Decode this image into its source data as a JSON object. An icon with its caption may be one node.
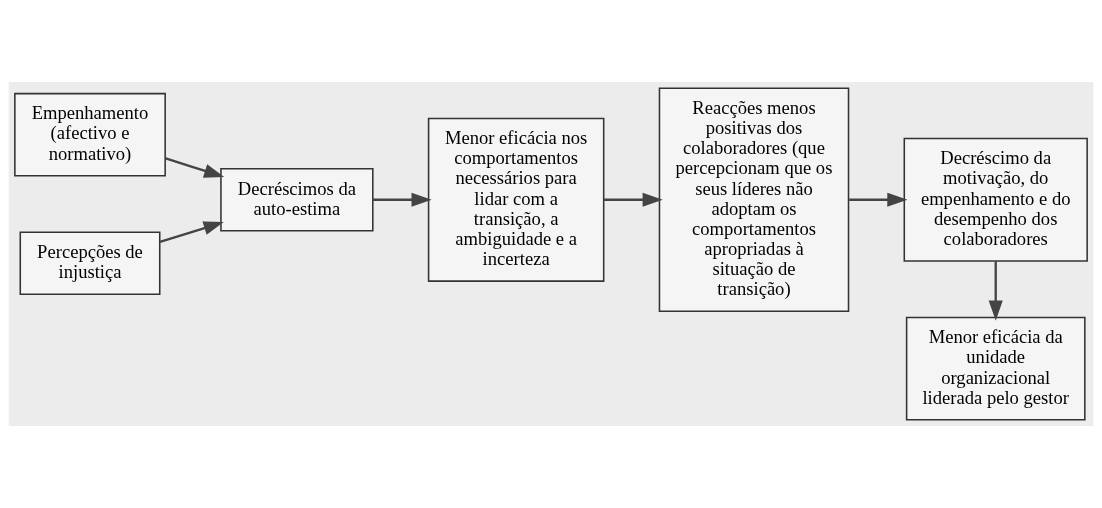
{
  "diagram": {
    "nodes": [
      {
        "text": [
          "Empenhamento (afectivo e normativo)"
        ]
      },
      {
        "text": [
          "Percepções de injustiça"
        ]
      },
      {
        "text": [
          "Decréscimos da auto-estima"
        ]
      },
      {
        "text": [
          "Menor eficácia nos comportamentos necessários para lidar com a transição, a ambiguidade e a incerteza"
        ]
      },
      {
        "text": [
          "Reacções menos positivas dos colaboradores (que percepcionam que os seus líderes não adoptam os comportamentos apropriadas à situação de transição)"
        ]
      },
      {
        "text": [
          "Decréscimo da motivação, do empenhamento e do desempenho dos colaboradores"
        ]
      },
      {
        "text": [
          "Menor eficácia da unidade organizacional liderada pelo gestor"
        ]
      }
    ],
    "edges": [
      {
        "from": 1,
        "to": 2,
        "arrow": "to"
      },
      {
        "from": 0,
        "to": 2,
        "arrow": "to"
      },
      {
        "from": 2,
        "to": 3,
        "arrow": "to"
      },
      {
        "from": 3,
        "to": 4,
        "arrow": "to"
      },
      {
        "from": 4,
        "to": 5,
        "arrow": "to"
      },
      {
        "from": 5,
        "to": 6,
        "arrow": "to"
      }
    ]
  }
}
